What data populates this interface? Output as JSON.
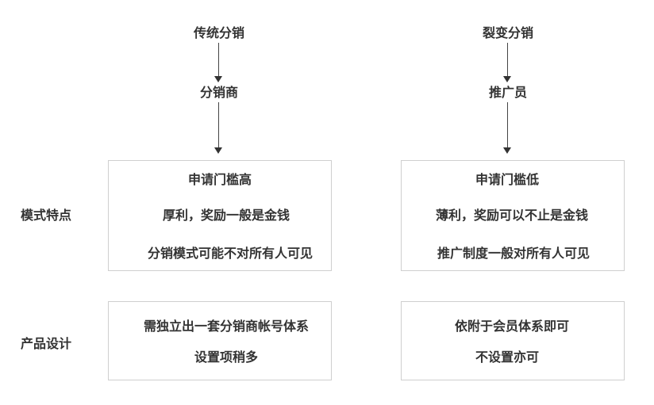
{
  "left": {
    "top_label": "传统分销",
    "mid_label": "分销商",
    "features": [
      "申请门槛高",
      "厚利，奖励一般是金钱",
      "分销模式可能不对所有人可见"
    ],
    "design": [
      "需独立出一套分销商帐号体系",
      "设置项稍多"
    ]
  },
  "right": {
    "top_label": "裂变分销",
    "mid_label": "推广员",
    "features": [
      "申请门槛低",
      "薄利，奖励可以不止是金钱",
      "推广制度一般对所有人可见"
    ],
    "design": [
      "依附于会员体系即可",
      "不设置亦可"
    ]
  },
  "rows": {
    "features_label": "模式特点",
    "design_label": "产品设计"
  }
}
